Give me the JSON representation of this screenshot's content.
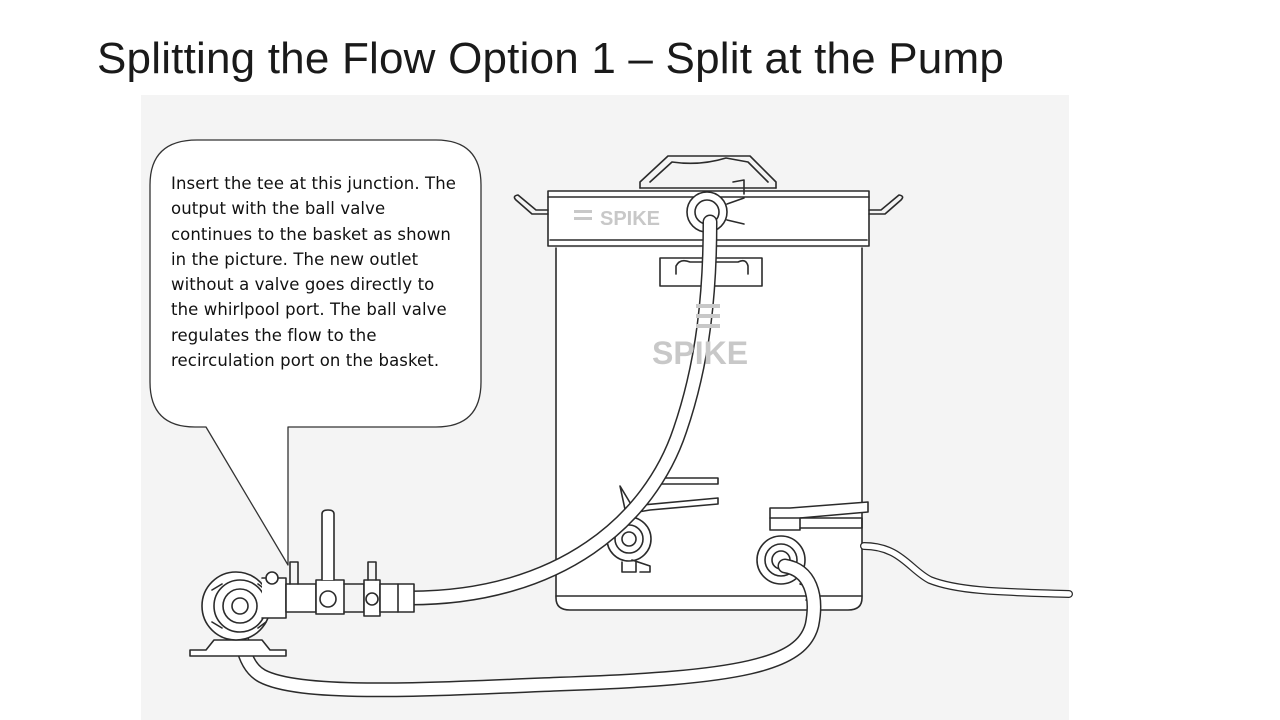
{
  "slide": {
    "title": "Splitting the Flow Option 1 – Split at the Pump"
  },
  "callout": {
    "text": "Insert the tee at this junction. The output with the ball valve continues to the basket as shown in the picture. The new outlet without a valve goes directly to the whirlpool port. The ball valve regulates the flow to the recirculation port on the basket."
  },
  "kettle": {
    "lid_logo": "SPIKE",
    "body_logo": "SPIKE"
  },
  "colors": {
    "background": "#ffffff",
    "illustration_bg": "#f4f4f4",
    "line": "#2b2b2b",
    "logo": "#c8c8c8"
  }
}
